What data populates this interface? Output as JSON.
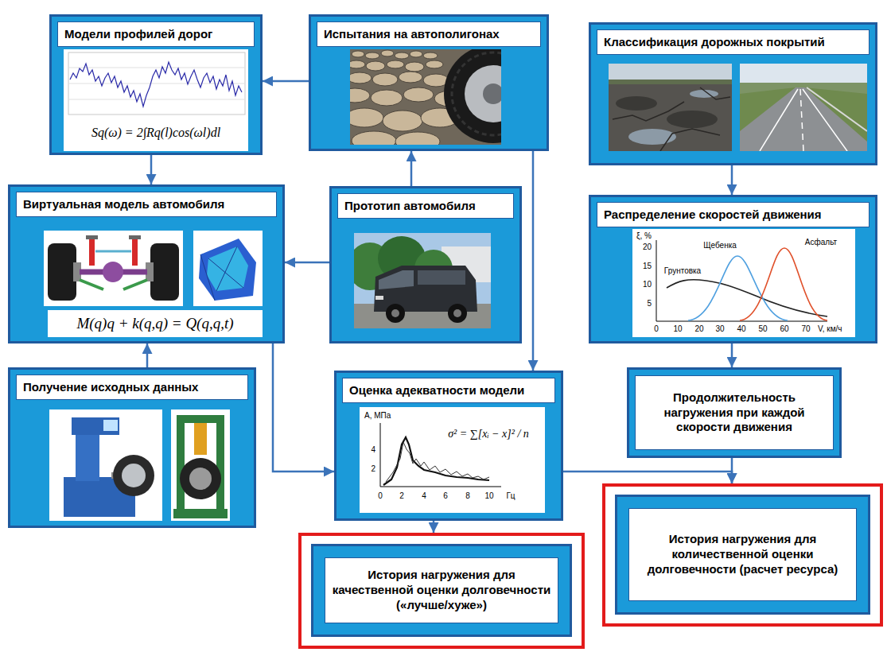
{
  "diagram": {
    "nodes": [
      {
        "text": [
          "Модели профилей дорог",
          "Sq(ω) = 2∫Rq(l)cos(ωl)dl"
        ]
      },
      {
        "text": [
          "Испытания на автополигонах"
        ]
      },
      {
        "text": [
          "Классификация дорожных покрытий"
        ]
      },
      {
        "text": [
          "Виртуальная модель автомобиля",
          "M(q)q + k(q,q) = Q(q,q,t)"
        ]
      },
      {
        "text": [
          "Прототип автомобиля"
        ]
      },
      {
        "text": [
          "Распределение скоростей движения"
        ]
      },
      {
        "text": [
          "Получение исходных данных"
        ]
      },
      {
        "text": [
          "Оценка адекватности модели",
          "σ² = ∑[xᵢ − x]² / n"
        ]
      },
      {
        "text": [
          "Продолжительность нагружения при каждой скорости движения"
        ]
      },
      {
        "text": [
          "История нагружения для количественной оценки долговечности (расчет ресурса)"
        ]
      },
      {
        "text": [
          "История нагружения для качественной оценки долговечности («лучше/хуже»)"
        ]
      }
    ],
    "edges": [
      {
        "from": 1,
        "to": 0,
        "arrow": "to"
      },
      {
        "from": 0,
        "to": 3,
        "arrow": "to"
      },
      {
        "from": 4,
        "to": 1,
        "arrow": "to"
      },
      {
        "from": 4,
        "to": 3,
        "arrow": "to"
      },
      {
        "from": 1,
        "to": 7,
        "arrow": "to"
      },
      {
        "from": 6,
        "to": 3,
        "arrow": "to"
      },
      {
        "from": 3,
        "to": 7,
        "arrow": "to"
      },
      {
        "from": 7,
        "to": 10,
        "arrow": "to"
      },
      {
        "from": 7,
        "to": 9,
        "arrow": "to"
      },
      {
        "from": 8,
        "to": 9,
        "arrow": "to"
      },
      {
        "from": 2,
        "to": 5,
        "arrow": "to"
      },
      {
        "from": 5,
        "to": 8,
        "arrow": "to"
      }
    ],
    "labels": [
      "ξ, %",
      "20",
      "15",
      "10",
      "5",
      "0",
      "10",
      "20",
      "30",
      "40",
      "50",
      "60",
      "70",
      "V, км/ч",
      "Грунтовка",
      "Щебенка",
      "Асфальт",
      "A, МПа",
      "4",
      "2",
      "0",
      "2",
      "4",
      "6",
      "8",
      "10",
      "Гц"
    ]
  }
}
